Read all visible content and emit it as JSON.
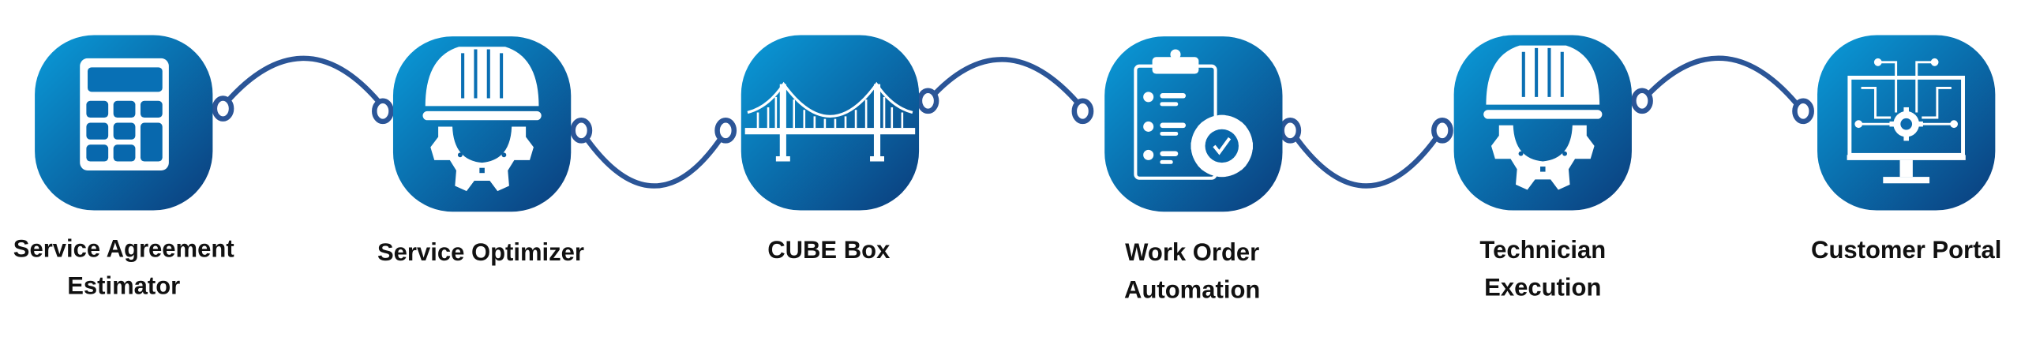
{
  "steps": [
    {
      "label_line1": "Service Agreement",
      "label_line2": "Estimator",
      "icon": "calculator-icon"
    },
    {
      "label_line1": "Service Optimizer",
      "label_line2": "",
      "icon": "hardhat-gear-icon"
    },
    {
      "label_line1": "CUBE Box",
      "label_line2": "",
      "icon": "bridge-icon"
    },
    {
      "label_line1": "Work Order",
      "label_line2": "Automation",
      "icon": "clipboard-gear-icon"
    },
    {
      "label_line1": "Technician",
      "label_line2": "Execution",
      "icon": "hardhat-gear-icon"
    },
    {
      "label_line1": "Customer Portal",
      "label_line2": "",
      "icon": "monitor-circuit-icon"
    }
  ],
  "colors": {
    "tile_light": "#0a9bd9",
    "tile_dark": "#0b3d7c",
    "connector": "#2b5597",
    "text": "#111111"
  }
}
